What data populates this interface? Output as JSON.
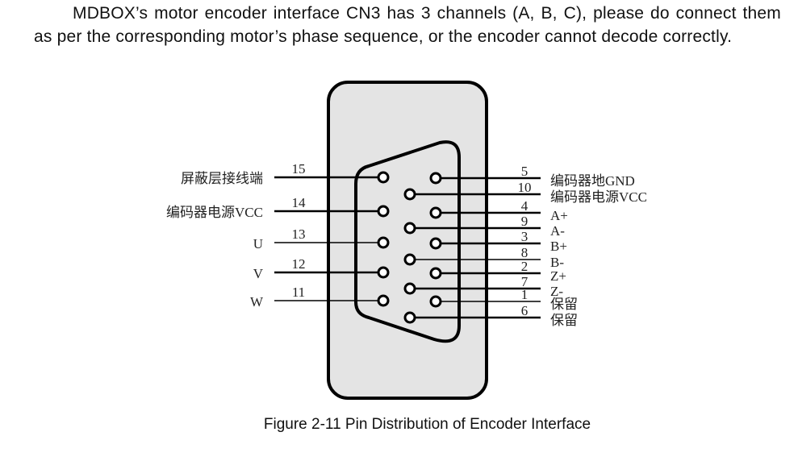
{
  "paragraph": "MDBOX’s motor encoder interface CN3 has 3 channels (A, B, C), please do connect them as per the corresponding motor’s phase sequence, or the encoder cannot decode correctly.",
  "figure": {
    "caption": "Figure 2-11 Pin Distribution of Encoder Interface",
    "left_pins": [
      {
        "pin": "15",
        "label": "屏蔽层接线端"
      },
      {
        "pin": "14",
        "label": "编码器电源VCC"
      },
      {
        "pin": "13",
        "label": "U"
      },
      {
        "pin": "12",
        "label": "V"
      },
      {
        "pin": "11",
        "label": "W"
      }
    ],
    "right_pins": [
      {
        "pin": "5",
        "label": "编码器地GND"
      },
      {
        "pin": "10",
        "label": "编码器电源VCC"
      },
      {
        "pin": "4",
        "label": "A+"
      },
      {
        "pin": "9",
        "label": "A-"
      },
      {
        "pin": "3",
        "label": "B+"
      },
      {
        "pin": "8",
        "label": "B-"
      },
      {
        "pin": "2",
        "label": "Z+"
      },
      {
        "pin": "7",
        "label": "Z-"
      },
      {
        "pin": "1",
        "label": "保留"
      },
      {
        "pin": "6",
        "label": "保留"
      }
    ],
    "colors": {
      "housing_fill": "#e4e4e4",
      "stroke": "#000000",
      "pin_fill": "#ffffff"
    }
  }
}
